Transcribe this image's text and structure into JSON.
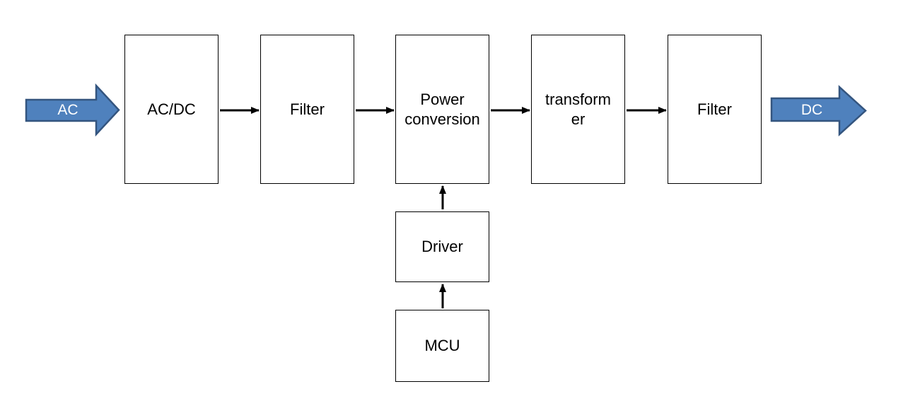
{
  "diagram": {
    "type": "flow-block-diagram",
    "colors": {
      "background": "#ffffff",
      "flow_arrow_fill": "#4f81bd",
      "flow_arrow_border": "#34557f",
      "flow_arrow_text": "#ffffff",
      "box_border": "#000000",
      "box_text": "#000000",
      "connector": "#000000"
    },
    "input_arrow": {
      "label": "AC"
    },
    "output_arrow": {
      "label": "DC"
    },
    "blocks": {
      "acdc": {
        "label": "AC/DC"
      },
      "filter_in": {
        "label": "Filter"
      },
      "power_conversion": {
        "label": "Power conversion"
      },
      "transformer": {
        "label": "transformer"
      },
      "filter_out": {
        "label": "Filter"
      },
      "driver": {
        "label": "Driver"
      },
      "mcu": {
        "label": "MCU"
      }
    },
    "connections": [
      {
        "from": "AC",
        "to": "AC/DC"
      },
      {
        "from": "AC/DC",
        "to": "Filter"
      },
      {
        "from": "Filter",
        "to": "Power conversion"
      },
      {
        "from": "Power conversion",
        "to": "transformer"
      },
      {
        "from": "transformer",
        "to": "Filter"
      },
      {
        "from": "Filter",
        "to": "DC"
      },
      {
        "from": "MCU",
        "to": "Driver"
      },
      {
        "from": "Driver",
        "to": "Power conversion"
      }
    ]
  }
}
